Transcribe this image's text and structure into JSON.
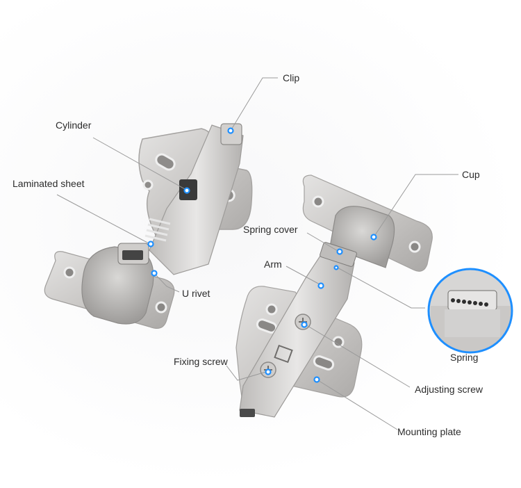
{
  "diagram": {
    "subject": "Concealed cabinet hinge (clip-on, hydraulic) – exploded part callouts",
    "accent_color": "#1e8fff",
    "leader_color": "#9a9a9a",
    "labels": [
      {
        "id": "clip",
        "text": "Clip"
      },
      {
        "id": "cylinder",
        "text": "Cylinder"
      },
      {
        "id": "laminated-sheet",
        "text": "Laminated sheet"
      },
      {
        "id": "u-rivet",
        "text": "U rivet"
      },
      {
        "id": "cup",
        "text": "Cup"
      },
      {
        "id": "spring-cover",
        "text": "Spring cover"
      },
      {
        "id": "arm",
        "text": "Arm"
      },
      {
        "id": "spring",
        "text": "Spring"
      },
      {
        "id": "fixing-screw",
        "text": "Fixing screw"
      },
      {
        "id": "adjusting-screw",
        "text": "Adjusting screw"
      },
      {
        "id": "mounting-plate",
        "text": "Mounting plate"
      }
    ]
  }
}
